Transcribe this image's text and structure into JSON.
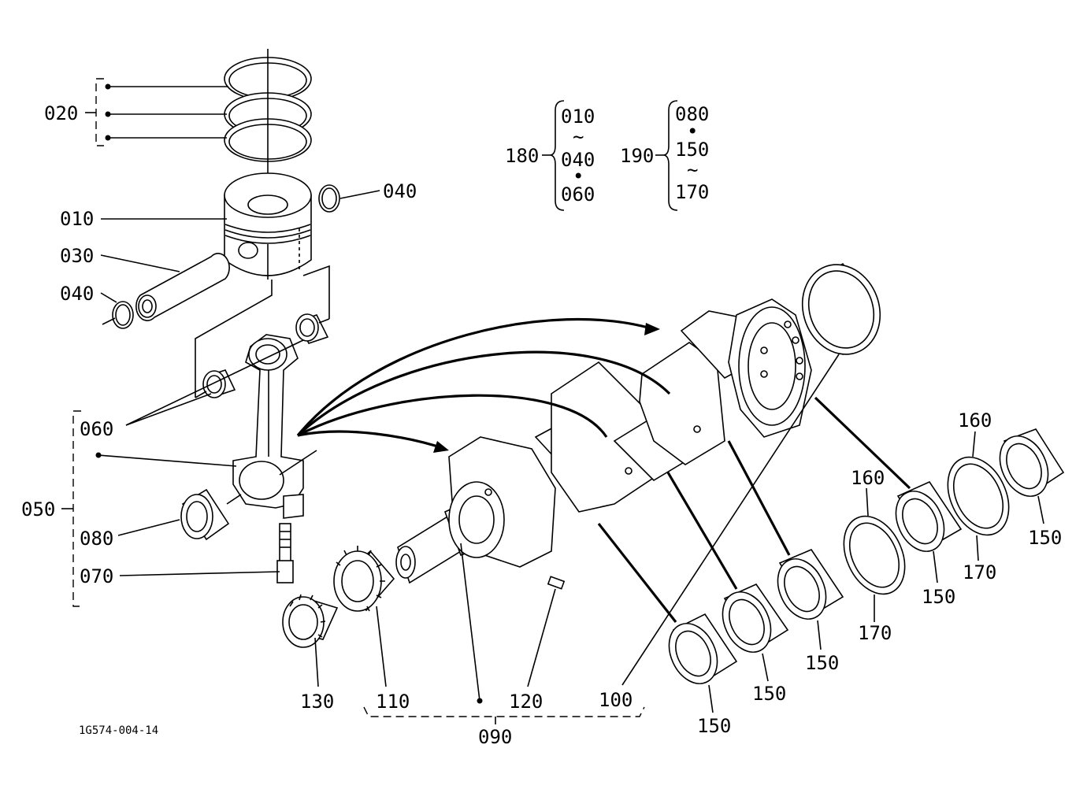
{
  "labels": {
    "p020": "020",
    "p040a": "040",
    "p010": "010",
    "p030": "030",
    "p040b": "040",
    "p060": "060",
    "p050": "050",
    "p080": "080",
    "p070": "070",
    "p130": "130",
    "p110": "110",
    "p120": "120",
    "p100": "100",
    "p090": "090",
    "p150a": "150",
    "p150b": "150",
    "p150c": "150",
    "p150d": "150",
    "p150e": "150",
    "p160a": "160",
    "p160b": "160",
    "p170a": "170",
    "p170b": "170"
  },
  "kits": {
    "k180": {
      "id": "180",
      "items": [
        "010",
        "~",
        "040",
        "•",
        "060"
      ]
    },
    "k190": {
      "id": "190",
      "items": [
        "080",
        "•",
        "150",
        "~",
        "170"
      ]
    }
  },
  "figure_code": "1G574-004-14"
}
